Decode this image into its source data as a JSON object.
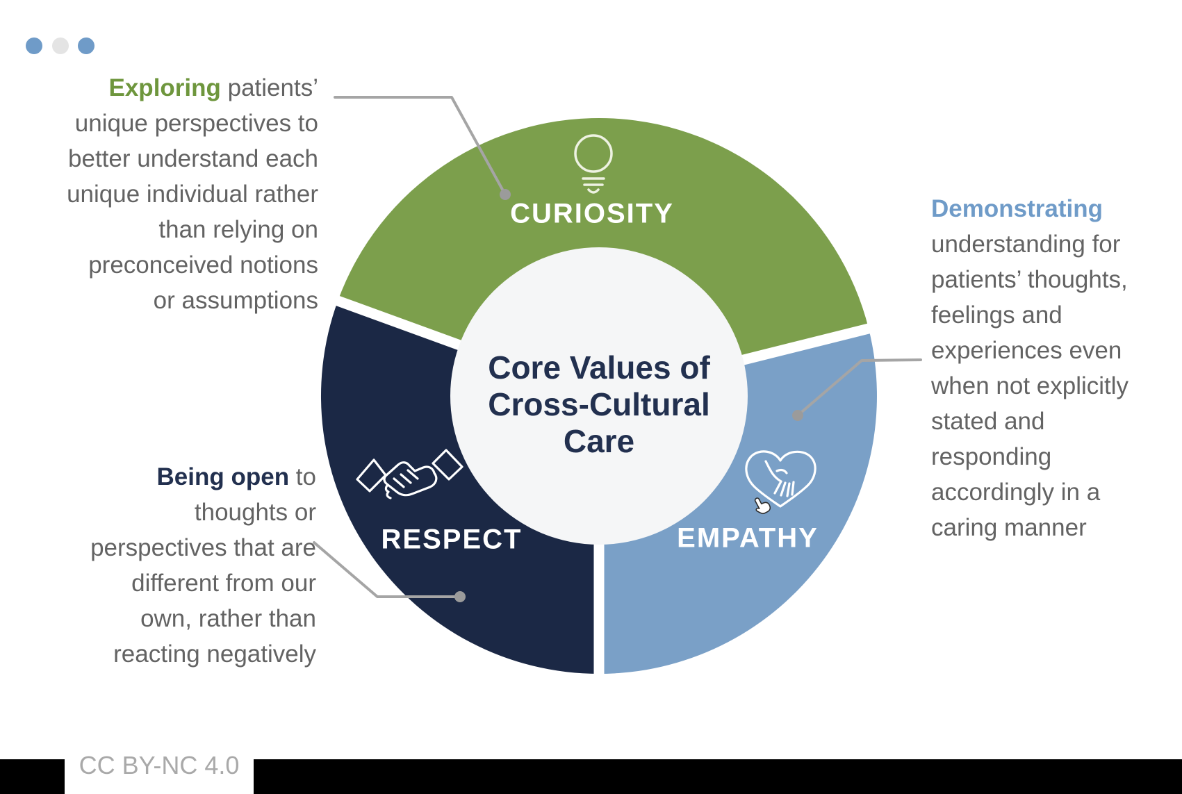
{
  "page_dots": [
    {
      "name": "dot-1",
      "color": "#6f9bc8"
    },
    {
      "name": "dot-2",
      "color": "#e4e4e4"
    },
    {
      "name": "dot-3",
      "color": "#6f9bc8"
    }
  ],
  "diagram": {
    "center_title_lines": [
      "Core Values of",
      "Cross-Cultural",
      "Care"
    ],
    "colors": {
      "curiosity_segment": "#7c9f4c",
      "respect_segment": "#1b2845",
      "empathy_segment": "#7aa0c7",
      "inner_circle": "#f5f6f7",
      "leader_line": "#a5a5a5",
      "leader_dot": "#9b9b9b",
      "title_text": "#22304f",
      "body_text": "#636363",
      "icon_stroke": "#ffffff"
    },
    "segments": [
      {
        "label": "CURIOSITY",
        "icon": "lightbulb"
      },
      {
        "label": "RESPECT",
        "icon": "handshake"
      },
      {
        "label": "EMPATHY",
        "icon": "heart-in-hand"
      }
    ],
    "annotations": {
      "curiosity": {
        "lead": "Exploring",
        "lead_color": "#6e963d",
        "first_line_rest": " patients’",
        "lines": [
          "unique perspectives to",
          "better understand each",
          "unique individual rather",
          "than relying on",
          "preconceived notions",
          "or assumptions"
        ]
      },
      "empathy": {
        "lead": "Demonstrating",
        "lead_color": "#6f9bc8",
        "first_line_rest": "",
        "lines": [
          "understanding for",
          "patients’ thoughts,",
          "feelings and",
          "experiences even",
          "when not explicitly",
          "stated and",
          "responding",
          "accordingly  in a",
          "caring manner"
        ]
      },
      "respect": {
        "lead": "Being open",
        "lead_color": "#22304f",
        "first_line_rest": " to",
        "lines": [
          "thoughts or",
          "perspectives that are",
          "different from our",
          "own, rather than",
          "reacting negatively"
        ]
      }
    }
  },
  "footer": {
    "license": "CC BY-NC 4.0"
  }
}
